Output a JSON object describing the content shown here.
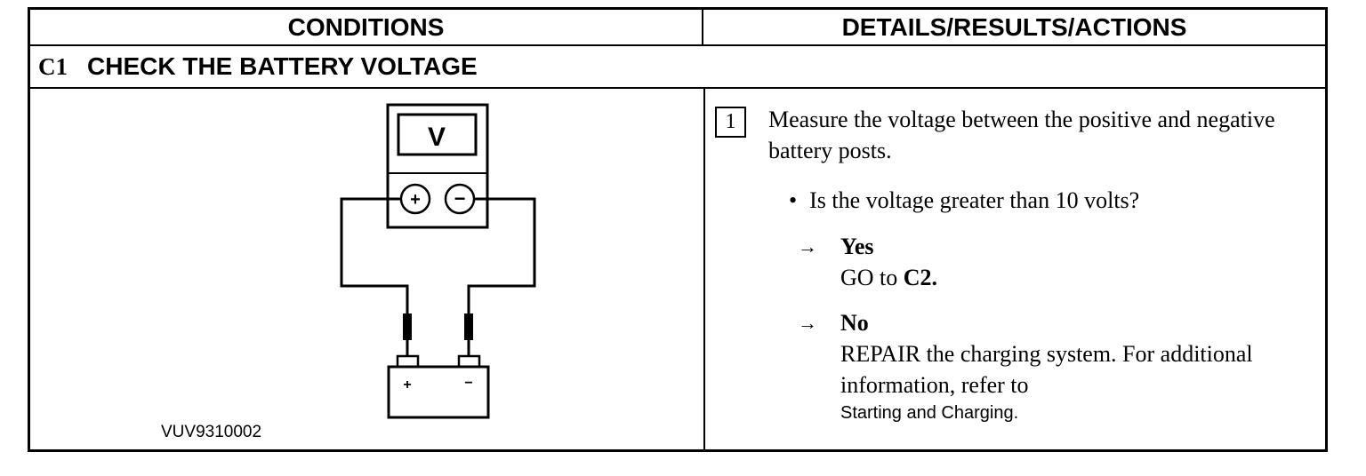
{
  "headers": {
    "conditions": "CONDITIONS",
    "details": "DETAILS/RESULTS/ACTIONS"
  },
  "section": {
    "code": "C1",
    "title": "CHECK THE BATTERY VOLTAGE"
  },
  "figure": {
    "id": "VUV9310002",
    "meter_label": "V",
    "meter_pos": "+",
    "meter_neg": "−",
    "battery_pos": "+",
    "battery_neg": "−"
  },
  "step": {
    "number": "1",
    "text": "Measure the voltage between the positive and negative battery posts.",
    "question": "Is the voltage greater than 10 volts?",
    "answers": {
      "yes": {
        "arrow": "→",
        "label": "Yes",
        "action_prefix": "GO to ",
        "action_target": "C2."
      },
      "no": {
        "arrow": "→",
        "label": "No",
        "action": "REPAIR the charging system. For additional information, refer to",
        "reference": "Starting and Charging."
      }
    }
  }
}
